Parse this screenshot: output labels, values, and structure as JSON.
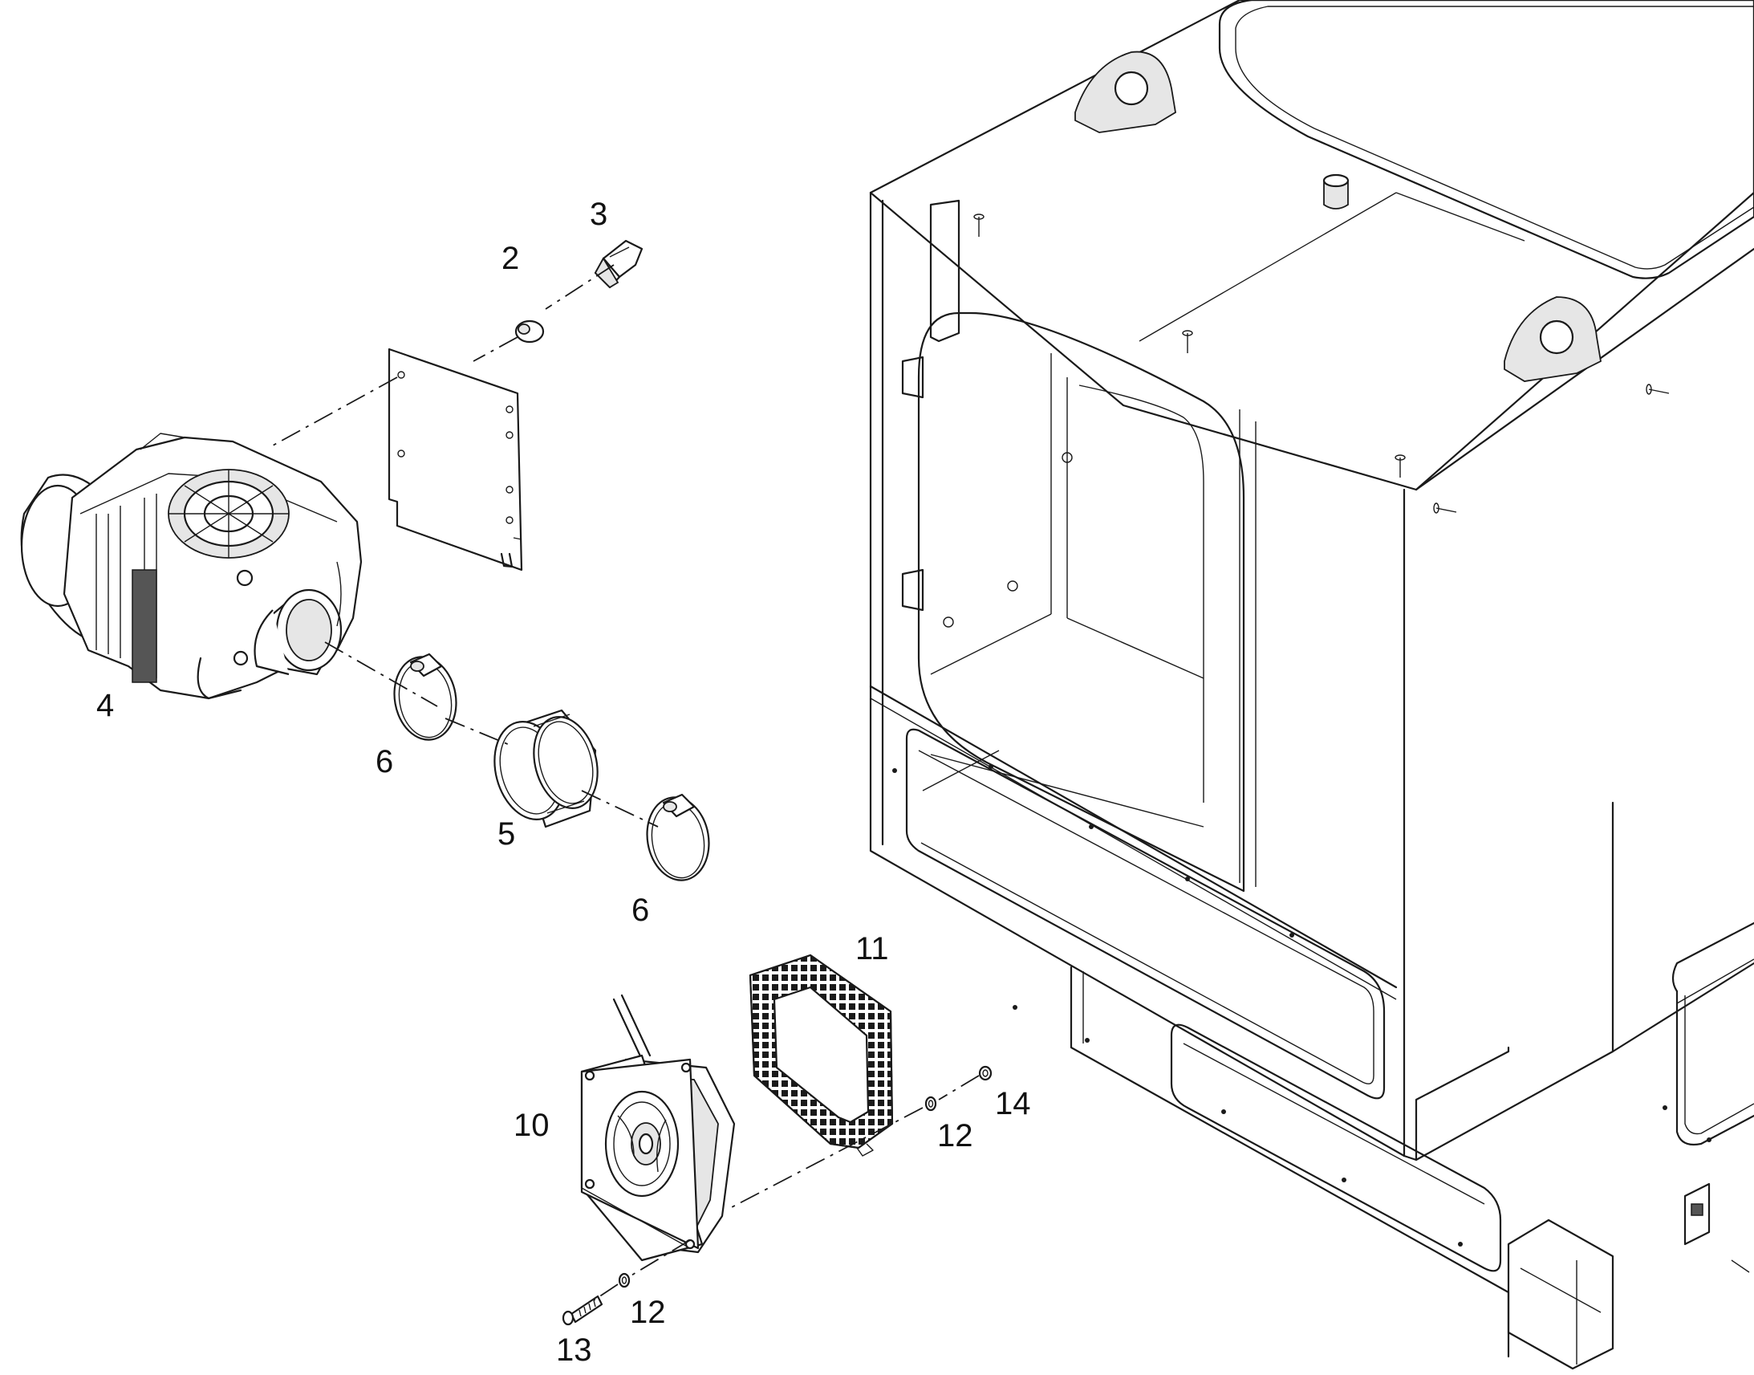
{
  "diagram": {
    "callouts": [
      {
        "id": "2",
        "label": "2"
      },
      {
        "id": "3",
        "label": "3"
      },
      {
        "id": "4",
        "label": "4"
      },
      {
        "id": "6a",
        "label": "6"
      },
      {
        "id": "5",
        "label": "5"
      },
      {
        "id": "6b",
        "label": "6"
      },
      {
        "id": "11",
        "label": "11"
      },
      {
        "id": "10",
        "label": "10"
      },
      {
        "id": "14",
        "label": "14"
      },
      {
        "id": "12a",
        "label": "12"
      },
      {
        "id": "12b",
        "label": "12"
      },
      {
        "id": "13",
        "label": "13"
      }
    ]
  }
}
